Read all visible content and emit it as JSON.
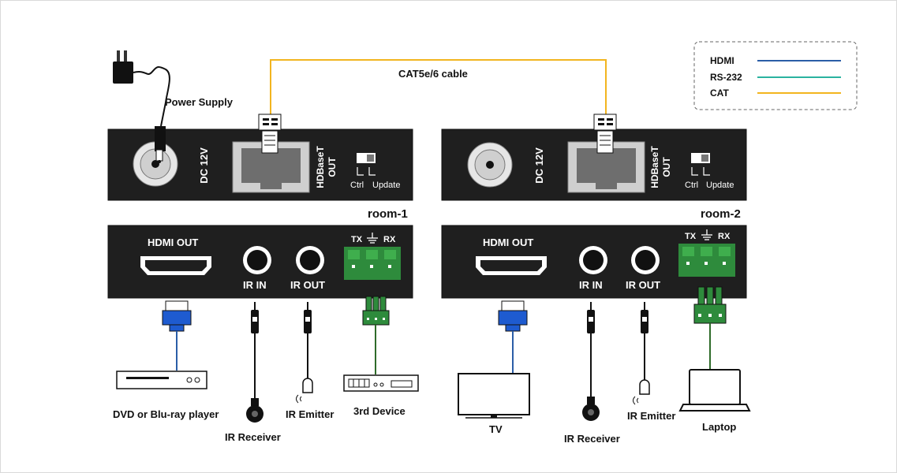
{
  "legend": {
    "items": [
      {
        "label": "HDMI",
        "color": "#2b5ea7"
      },
      {
        "label": "RS-232",
        "color": "#2ab3a0"
      },
      {
        "label": "CAT",
        "color": "#f2b51f"
      }
    ]
  },
  "cable_label": "CAT5e/6 cable",
  "power_supply_label": "Power Supply",
  "panel_labels": {
    "dc": "DC 12V",
    "hdbaset_line1": "HDBaseT",
    "hdbaset_line2": "OUT",
    "ctrl": "Ctrl",
    "update": "Update",
    "hdmi_out": "HDMI OUT",
    "ir_in": "IR IN",
    "ir_out": "IR OUT",
    "tx": "TX",
    "rx": "RX"
  },
  "rooms": [
    {
      "title": "room-1",
      "devices": {
        "hdmi": "DVD or Blu-ray player",
        "ir_receiver": "IR Receiver",
        "ir_emitter": "IR Emitter",
        "rs232": "3rd Device"
      }
    },
    {
      "title": "room-2",
      "devices": {
        "hdmi": "TV",
        "ir_receiver": "IR Receiver",
        "ir_emitter": "IR Emitter",
        "rs232": "Laptop"
      }
    }
  ],
  "colors": {
    "panel": "#1f1f1f",
    "hdmi": "#2b5ea7",
    "connector_blue": "#1e5bd0",
    "rs232": "#2ab3a0",
    "terminal_green": "#2e8b3c",
    "cat": "#f2b51f",
    "rs232_wire": "#2f6b2a"
  }
}
